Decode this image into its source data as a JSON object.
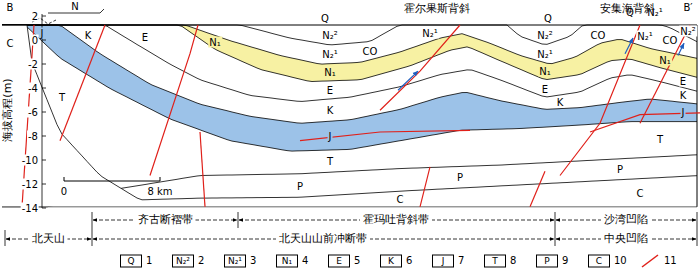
{
  "diagram": {
    "labels": [
      "B",
      "B′",
      "N",
      "海拔高程(m)",
      "2",
      "0",
      "-2",
      "-4",
      "-6",
      "-8",
      "-10",
      "-12",
      "-14",
      "0",
      "8 km",
      "霍尔果斯背斜",
      "安集海背斜",
      "Q",
      "Q",
      "Q",
      "N₂¹",
      "CO",
      "CO",
      "CO",
      "C",
      "J",
      "E",
      "K",
      "N₁",
      "T",
      "N₂²",
      "N₂¹",
      "N₁",
      "E",
      "K",
      "J",
      "T",
      "P",
      "C",
      "N₂¹",
      "N₂²",
      "N₂¹",
      "N₁",
      "E",
      "K",
      "P",
      "N₂¹",
      "N₁",
      "E",
      "K",
      "J",
      "T",
      "P",
      "C",
      "N₂²",
      "Q",
      "N₂²",
      "N₂¹",
      "N₁",
      "E",
      "K",
      "J",
      "T",
      "P",
      "C",
      "齐古断褶带",
      "霍玛吐背斜带",
      "沙湾凹陷",
      "北天山",
      "北天山山前冲断带",
      "中央凹陷"
    ],
    "legend": [
      {
        "text": "1"
      },
      {
        "text": "2"
      },
      {
        "text": "3"
      },
      {
        "text": "4"
      },
      {
        "text": "5"
      },
      {
        "text": "6"
      },
      {
        "text": "7"
      },
      {
        "text": "8"
      },
      {
        "text": "9"
      },
      {
        "text": "10"
      },
      {
        "text": "11"
      }
    ]
  }
}
